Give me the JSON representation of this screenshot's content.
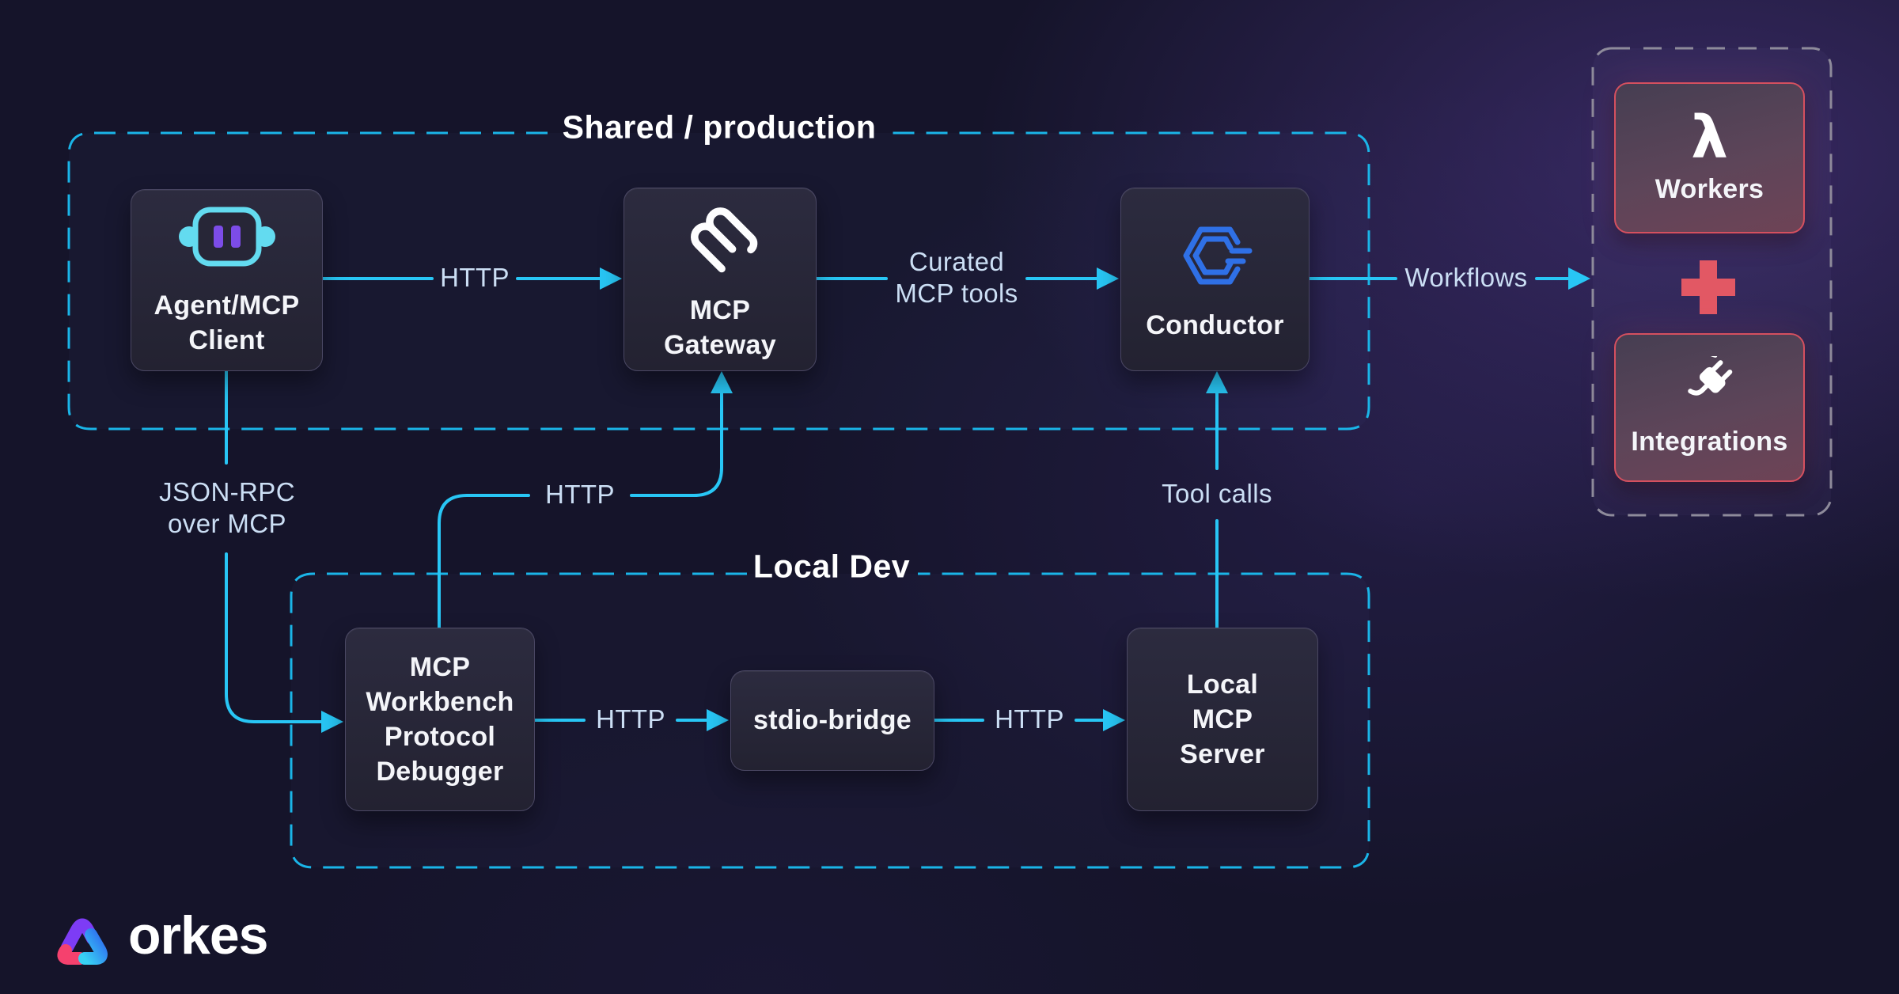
{
  "sections": {
    "shared": {
      "title": "Shared / production"
    },
    "local": {
      "title": "Local Dev"
    }
  },
  "nodes": {
    "agent": {
      "label": "Agent/MCP\nClient",
      "icon": "robot-icon"
    },
    "gateway": {
      "label": "MCP\nGateway",
      "icon": "mcp-squiggle-icon"
    },
    "conductor": {
      "label": "Conductor",
      "icon": "conductor-hexagon-icon"
    },
    "workbench": {
      "label": "MCP\nWorkbench\nProtocol\nDebugger"
    },
    "stdio_bridge": {
      "label": "stdio-bridge"
    },
    "local_mcp_server": {
      "label": "Local\nMCP\nServer"
    },
    "workers": {
      "label": "Workers",
      "icon": "lambda-icon"
    },
    "integrations": {
      "label": "Integrations",
      "icon": "plug-icon"
    }
  },
  "edges": {
    "agent_to_gateway": {
      "label": "HTTP"
    },
    "gateway_to_conductor": {
      "label": "Curated\nMCP tools"
    },
    "conductor_to_workers": {
      "label": "Workflows"
    },
    "agent_to_workbench": {
      "label": "JSON-RPC\nover MCP"
    },
    "workbench_to_gateway": {
      "label": "HTTP"
    },
    "workbench_to_stdio": {
      "label": "HTTP"
    },
    "stdio_to_localmcp": {
      "label": "HTTP"
    },
    "localmcp_to_conductor": {
      "label": "Tool calls"
    }
  },
  "right_panel": {
    "separator": "+"
  },
  "logo": {
    "text": "orkes"
  },
  "colors": {
    "arrow_cyan": "#28c6f5",
    "dashed_cyan": "#1ab5e8",
    "dashed_gray": "#8e8b9b",
    "edge_label": "#cbdef4",
    "accent_red": "#e25864",
    "card_red_border": "#d5505f",
    "conductor_blue": "#2f70e6",
    "robot_cyan": "#63dbf0",
    "robot_purple": "#7c4ce8",
    "background_navy": "#15142a",
    "background_purple_glow": "#3a2c5c"
  }
}
